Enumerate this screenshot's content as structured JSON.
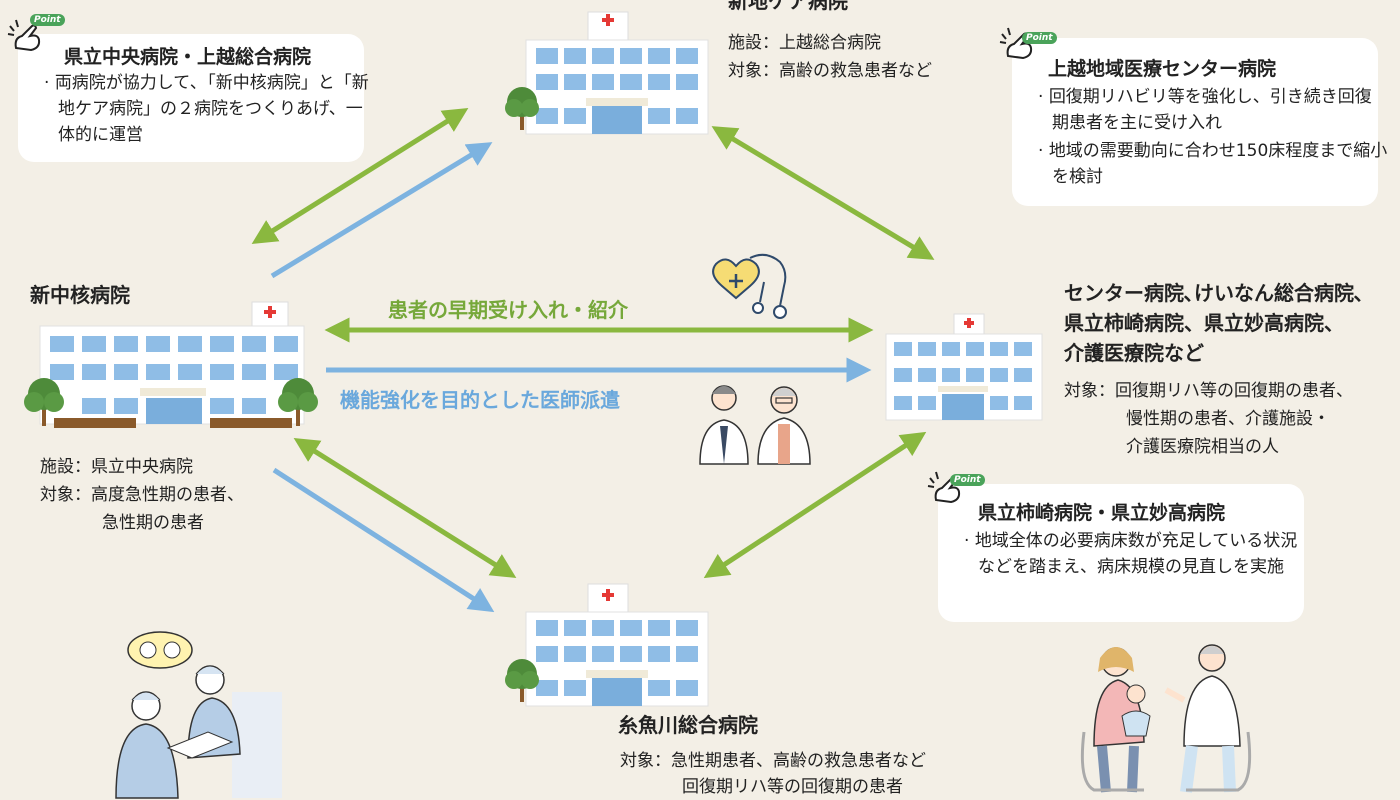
{
  "colors": {
    "background": "#f3efe6",
    "green_arrow": "#8ab83f",
    "blue_arrow": "#7db3e0",
    "label_green": "#76a83a",
    "label_blue": "#6aa8dc"
  },
  "point_badge": "Point",
  "callouts": {
    "top_left": {
      "title": "県立中央病院・上越総合病院",
      "bullets": [
        "両病院が協力して､「新中核病院」と「新地ケア病院」の２病院をつくりあげ、一体的に運営"
      ]
    },
    "top_right": {
      "title": "上越地域医療センター病院",
      "bullets": [
        "回復期リハビリ等を強化し、引き続き回復期患者を主に受け入れ",
        "地域の需要動向に合わせ150床程度まで縮小を検討"
      ]
    },
    "bottom_right": {
      "title": "県立柿崎病院・県立妙高病院",
      "bullets": [
        "地域全体の必要病床数が充足している状況などを踏まえ、病床規模の見直しを実施"
      ]
    }
  },
  "hospitals": {
    "top": {
      "name": "新地ケア病院",
      "line1": "施設：上越総合病院",
      "line2": "対象：高齢の救急患者など"
    },
    "left": {
      "name": "新中核病院",
      "line1": "施設：県立中央病院",
      "line2": "対象：高度急性期の患者、",
      "line3": "急性期の患者"
    },
    "right": {
      "name_line1": "センター病院､けいなん総合病院､",
      "name_line2": "県立柿崎病院、県立妙高病院、",
      "name_line3": "介護医療院など",
      "line1": "対象：回復期リハ等の回復期の患者、",
      "line2": "慢性期の患者、介護施設・",
      "line3": "介護医療院相当の人"
    },
    "bottom": {
      "name": "糸魚川総合病院",
      "line1": "対象：急性期患者、高齢の救急患者など",
      "line2": "回復期リハ等の回復期の患者"
    }
  },
  "arrow_labels": {
    "green": "患者の早期受け入れ・紹介",
    "blue": "機能強化を目的とした医師派遣"
  }
}
